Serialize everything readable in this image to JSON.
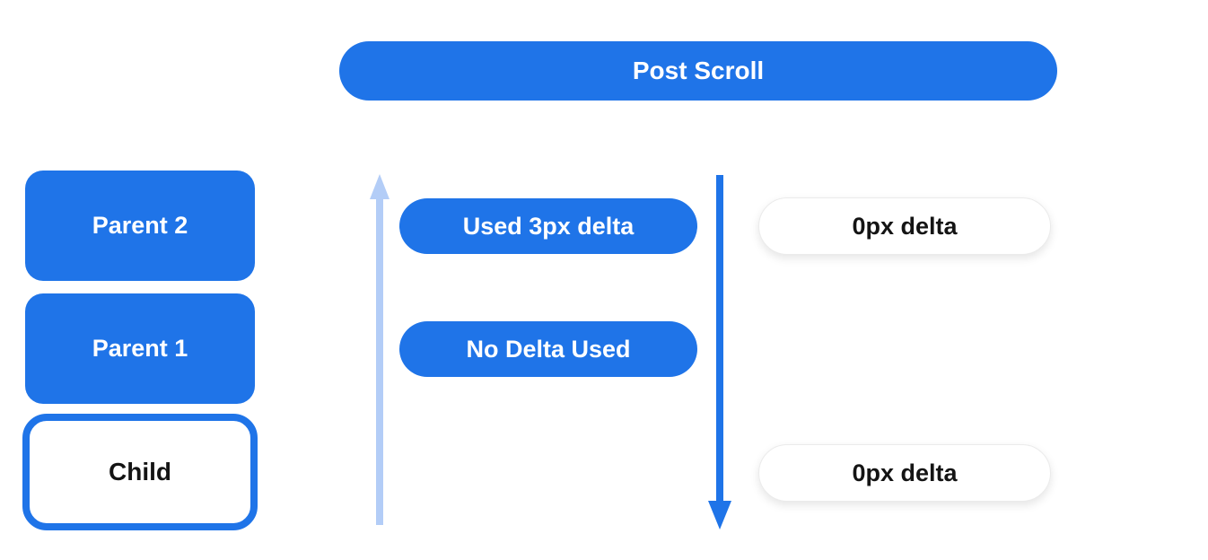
{
  "colors": {
    "blue": "#1F74E8",
    "light_blue": "#B3CDF7",
    "text_dark": "#141414",
    "white_pill_border": "#EBEBEB"
  },
  "header": {
    "title": "Post Scroll"
  },
  "scroll_stack": {
    "parent2_label": "Parent 2",
    "parent1_label": "Parent 1",
    "child_label": "Child"
  },
  "delta_annotations": {
    "used_delta_label": "Used 3px delta",
    "no_delta_label": "No Delta Used",
    "top_right_label": "0px delta",
    "bottom_right_label": "0px delta"
  },
  "icons": {
    "up_arrow": "light-blue-up-arrow",
    "down_arrow": "blue-down-arrow"
  }
}
